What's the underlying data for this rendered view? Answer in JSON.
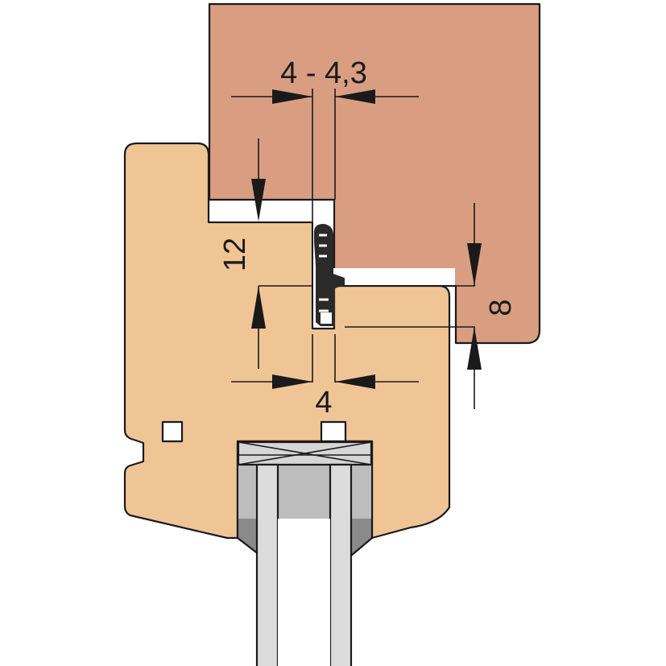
{
  "dimensions": {
    "gap_width": "4 - 4,3",
    "rebate_height": "12",
    "overlap": "8",
    "groove_width": "4"
  },
  "colors": {
    "sash_wood": "#d99e82",
    "frame_wood": "#f0c596",
    "seal": "#2a2a2a",
    "glass_spacer": "#b9b9b9",
    "glazing_bead": "#8a8a8a",
    "glass": "#dcdcdc",
    "outline": "#1a1a1a"
  }
}
